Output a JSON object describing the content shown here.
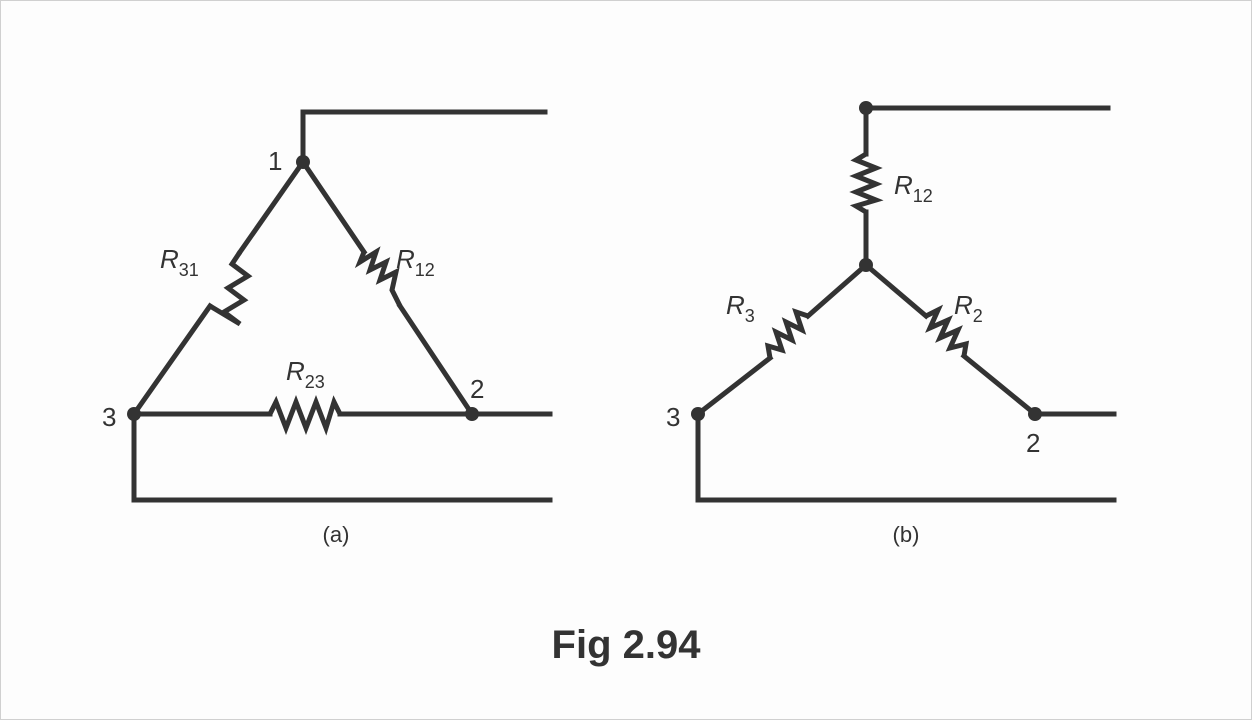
{
  "delta": {
    "node_labels": {
      "n1": "1",
      "n2": "2",
      "n3": "3"
    },
    "resistors": {
      "r31": {
        "letter": "R",
        "sub": "31"
      },
      "r12": {
        "letter": "R",
        "sub": "12"
      },
      "r23": {
        "letter": "R",
        "sub": "23"
      }
    },
    "caption": "(a)"
  },
  "wye": {
    "node_labels": {
      "n2": "2",
      "n3": "3"
    },
    "resistors": {
      "r12": {
        "letter": "R",
        "sub": "12"
      },
      "r3": {
        "letter": "R",
        "sub": "3"
      },
      "r2": {
        "letter": "R",
        "sub": "2"
      }
    },
    "caption": "(b)"
  },
  "figure_title": "Fig 2.94",
  "colors": {
    "ink": "#333333",
    "background": "#ffffff"
  }
}
